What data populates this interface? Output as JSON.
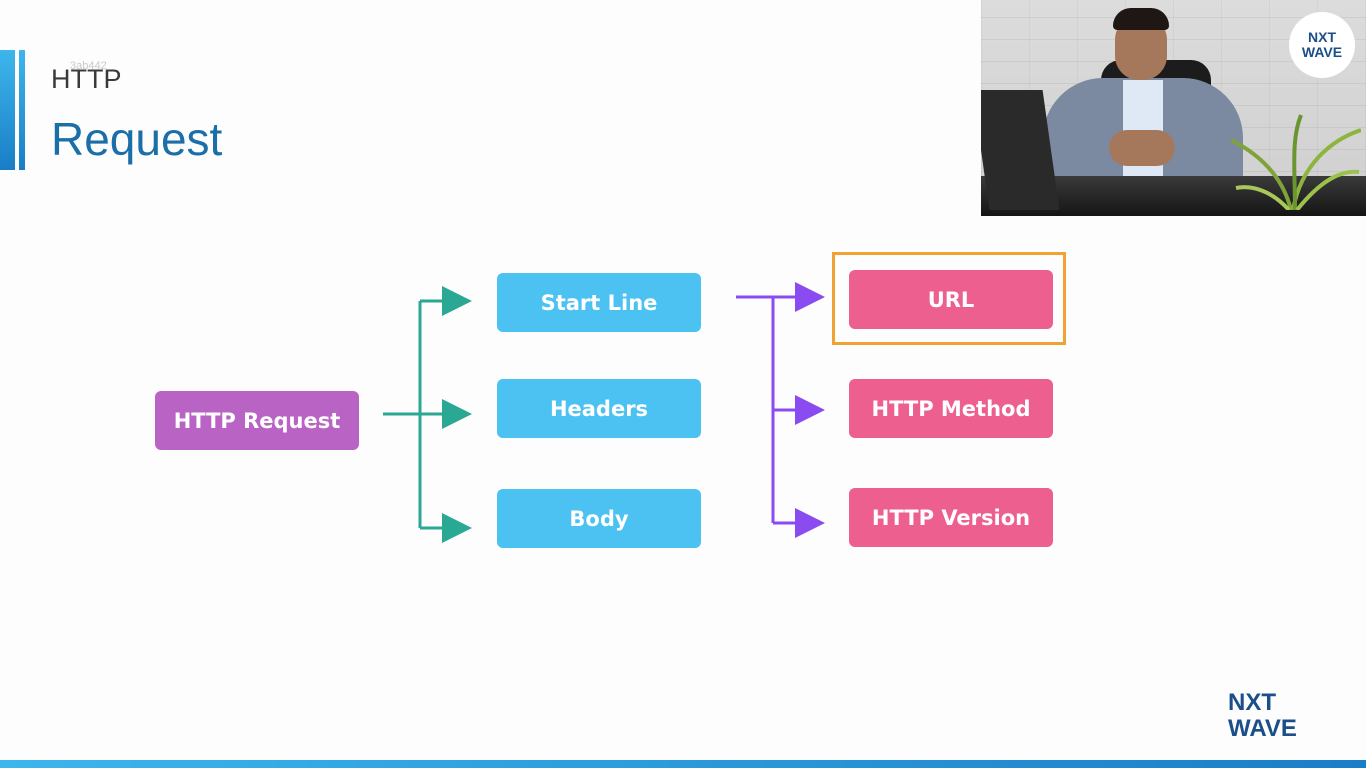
{
  "slide": {
    "watermark": "3ab442",
    "subtitle": "HTTP",
    "title": "Request"
  },
  "diagram": {
    "root": "HTTP Request",
    "level1": [
      "Start Line",
      "Headers",
      "Body"
    ],
    "level2": [
      "URL",
      "HTTP Method",
      "HTTP Version"
    ],
    "highlighted": "URL"
  },
  "video": {
    "logo_line1": "NXT",
    "logo_line2": "WAVE"
  },
  "branding": {
    "logo_line1": "NXT",
    "logo_line2": "WAVE"
  },
  "colors": {
    "root": "#b964c4",
    "level1": "#4cc2f2",
    "level2": "#ec5f8e",
    "teal_arrow": "#2aa894",
    "purple_arrow": "#8a4cf0",
    "highlight": "#f0a330",
    "title": "#1b6fa8"
  },
  "icons": {
    "video_logo": "nxtwave-logo-icon",
    "brand_logo": "nxtwave-logo-icon"
  }
}
